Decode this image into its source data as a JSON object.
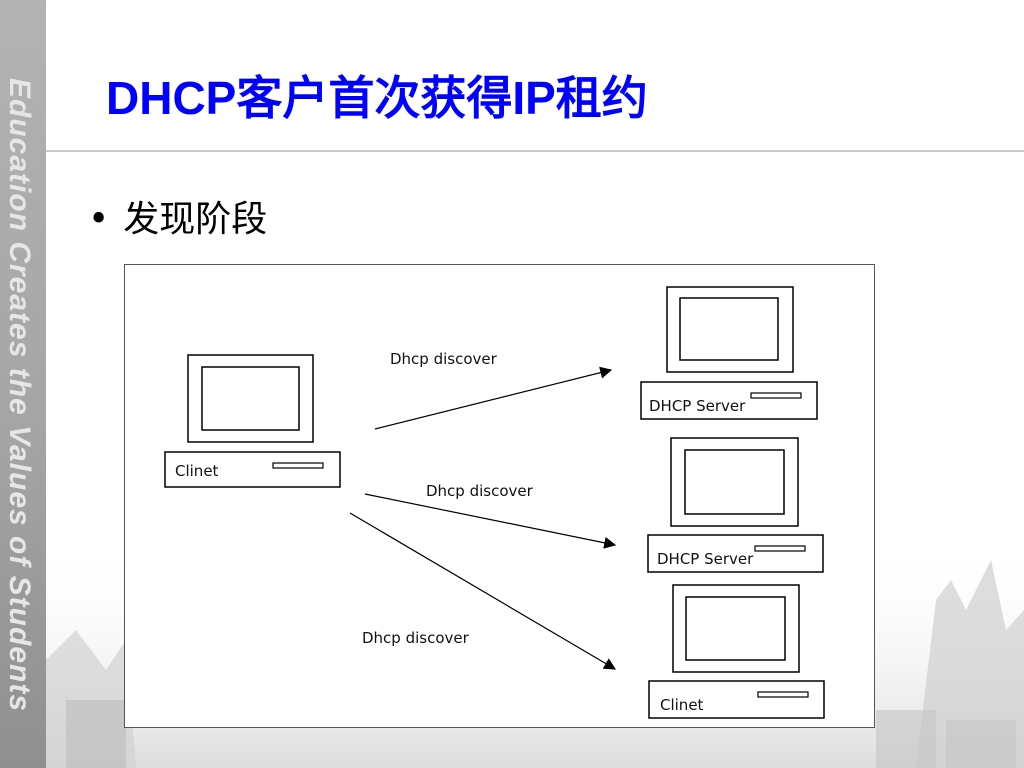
{
  "sidebar": {
    "tagline": "Education Creates the Values of Students"
  },
  "slide": {
    "title": "DHCP客户首次获得IP租约",
    "bullet": "发现阶段"
  },
  "diagram": {
    "client": {
      "label": "Clinet"
    },
    "targets": [
      {
        "label": "DHCP Server"
      },
      {
        "label": "DHCP Server"
      },
      {
        "label": "Clinet"
      }
    ],
    "messages": [
      {
        "label": "Dhcp discover"
      },
      {
        "label": "Dhcp discover"
      },
      {
        "label": "Dhcp discover"
      }
    ]
  },
  "colors": {
    "title": "#0000ff",
    "sidebar": "#a8a8a8"
  }
}
